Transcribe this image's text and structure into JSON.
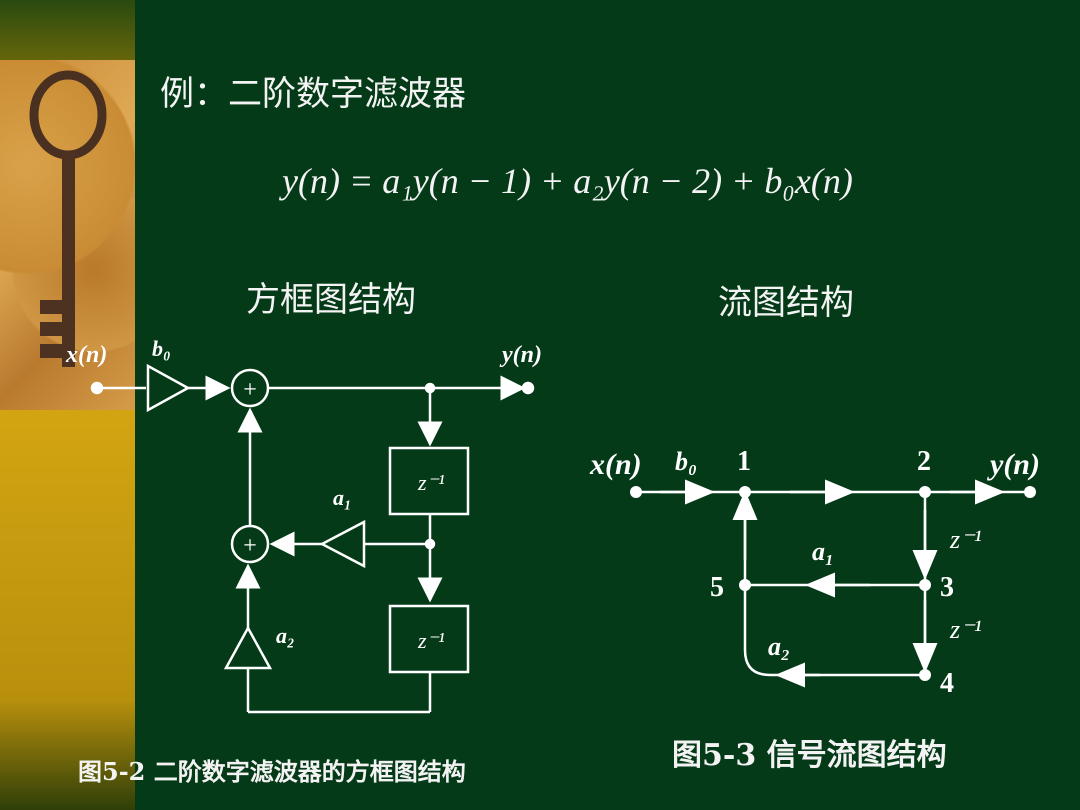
{
  "slide": {
    "title": "例：二阶数字滤波器",
    "equation": "y(n) = a₁y(n − 1) + a₂y(n − 2) + b₀x(n)",
    "label_block": "方框图结构",
    "label_flow": "流图结构",
    "caption_block": "图5-2 二阶数字滤波器的方框图结构",
    "caption_flow": "图5-3 信号流图结构"
  },
  "block_diagram": {
    "input": "x(n)",
    "output": "y(n)",
    "gain_b0": "b₀",
    "gain_a1": "a₁",
    "gain_a2": "a₂",
    "adder_symbol": "+",
    "delay1": "z⁻¹",
    "delay2": "z⁻¹"
  },
  "flow_graph": {
    "input": "x(n)",
    "output": "y(n)",
    "gain_b0": "b₀",
    "gain_a1": "a₁",
    "gain_a2": "a₂",
    "delay1": "z⁻¹",
    "delay2": "z⁻¹",
    "node1": "1",
    "node2": "2",
    "node3": "3",
    "node4": "4",
    "node5": "5"
  },
  "colors": {
    "background": "#053a18",
    "foreground": "#ffffff",
    "left_bar": "#c79a0e"
  }
}
